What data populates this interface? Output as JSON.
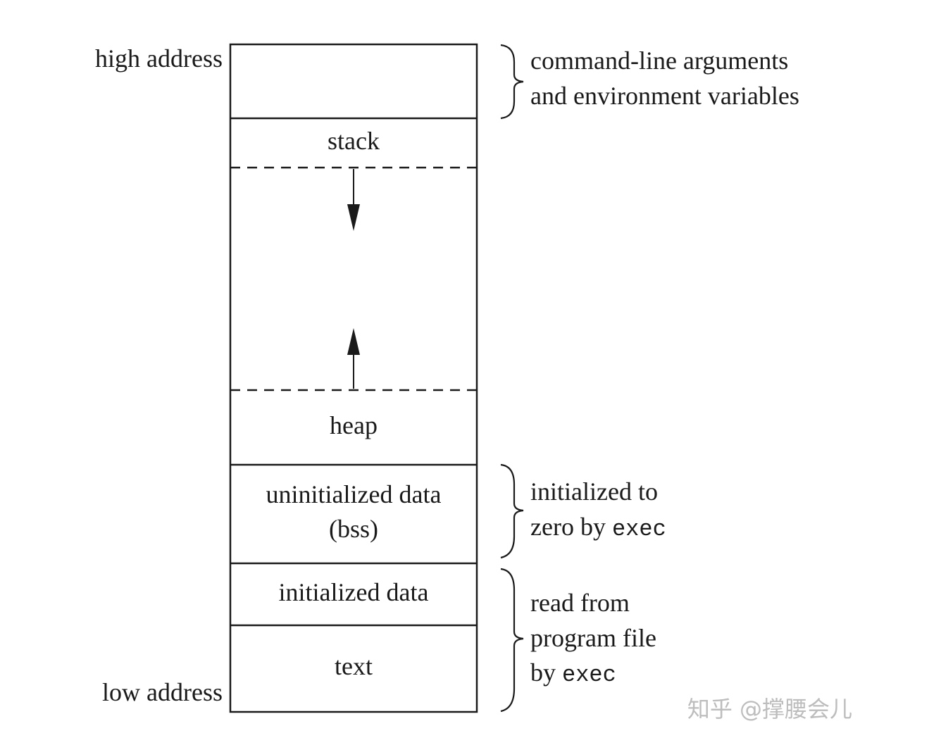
{
  "address_labels": {
    "high": "high address",
    "low": "low address"
  },
  "segments": {
    "args_env": "",
    "stack": "stack",
    "heap": "heap",
    "bss_line1": "uninitialized data",
    "bss_line2": "(bss)",
    "initialized_data": "initialized data",
    "text": "text"
  },
  "annotations": {
    "args_env": {
      "line1": "command-line arguments",
      "line2": "and environment variables"
    },
    "bss": {
      "line1": "initialized to",
      "line2_prefix": "zero by ",
      "line2_code": "exec"
    },
    "program_file": {
      "line1": "read from",
      "line2": "program file",
      "line3_prefix": "by ",
      "line3_code": "exec"
    }
  },
  "watermark": "知乎 @撑腰会儿",
  "colors": {
    "ink": "#1a1a1a",
    "background": "#ffffff",
    "watermark": "#bdbdbd"
  }
}
